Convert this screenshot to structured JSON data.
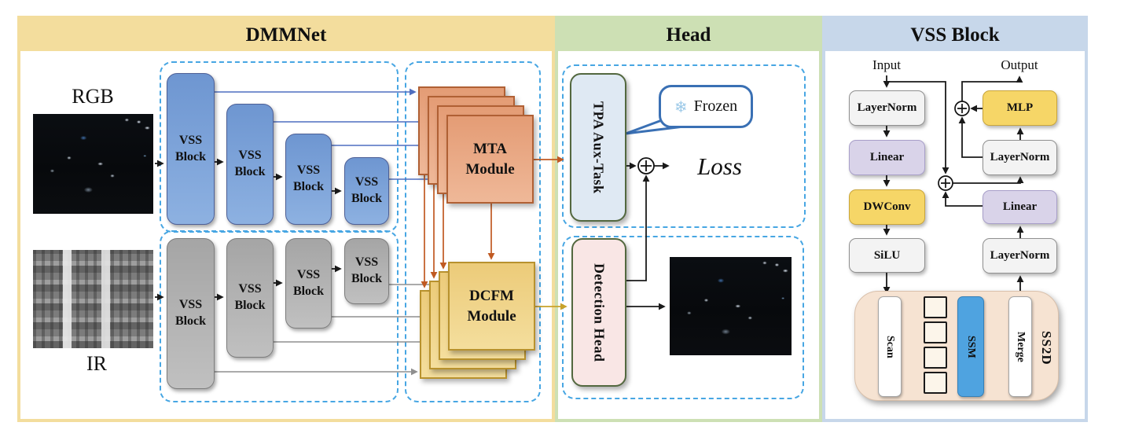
{
  "panels": {
    "dmmnet": {
      "title": "DMMNet"
    },
    "head": {
      "title": "Head"
    },
    "vss": {
      "title": "VSS Block"
    }
  },
  "dmmnet": {
    "rgb_label": "RGB",
    "ir_label": "IR",
    "rgb_blocks": [
      "VSS Block",
      "VSS Block",
      "VSS Block",
      "VSS Block"
    ],
    "ir_blocks": [
      "VSS Block",
      "VSS Block",
      "VSS Block",
      "VSS Block"
    ],
    "mta_label": "MTA Module",
    "dcfm_label": "DCFM Module"
  },
  "head": {
    "tpa_label": "TPA Aux-Task",
    "frozen": {
      "icon": "❄",
      "label": "Frozen"
    },
    "loss_label": "Loss",
    "detection_label": "Detection Head"
  },
  "vss": {
    "input_label": "Input",
    "output_label": "Output",
    "left_chain": [
      "LayerNorm",
      "Linear",
      "DWConv",
      "SiLU"
    ],
    "right_chain": [
      "MLP",
      "LayerNorm",
      "Linear",
      "LayerNorm"
    ],
    "ss2d": {
      "scan": "Scan",
      "ssm": "SSM",
      "merge": "Merge",
      "label": "SS2D"
    }
  },
  "colors": {
    "dmmnet_header": "#f3dd9d",
    "head_header": "#cde0b4",
    "vss_header": "#c7d7ea",
    "blue_block": "#7da2d8",
    "gray_block": "#b3b3b3",
    "mta_square": "#e9a685",
    "dcfm_square": "#f0d489",
    "dashed_border": "#47a6e3",
    "tpa_fill": "#dfe9f3",
    "detection_fill": "#f9e6e5",
    "green_border": "#53683f",
    "frozen_bubble_border": "#3a70b4",
    "ssm_blue": "#4fa3e0",
    "ss2d_bg": "#f6e3d2",
    "linear_purple": "#d9d3e9",
    "mlp_yellow": "#f6d667",
    "norm_gray": "#f3f3f3",
    "arrow_blue": "#4f6fc0",
    "arrow_gray": "#8f8f8f",
    "arrow_orange": "#c05a22",
    "arrow_yellow": "#c8a22a",
    "scan_arrow_red": "#e23222"
  }
}
